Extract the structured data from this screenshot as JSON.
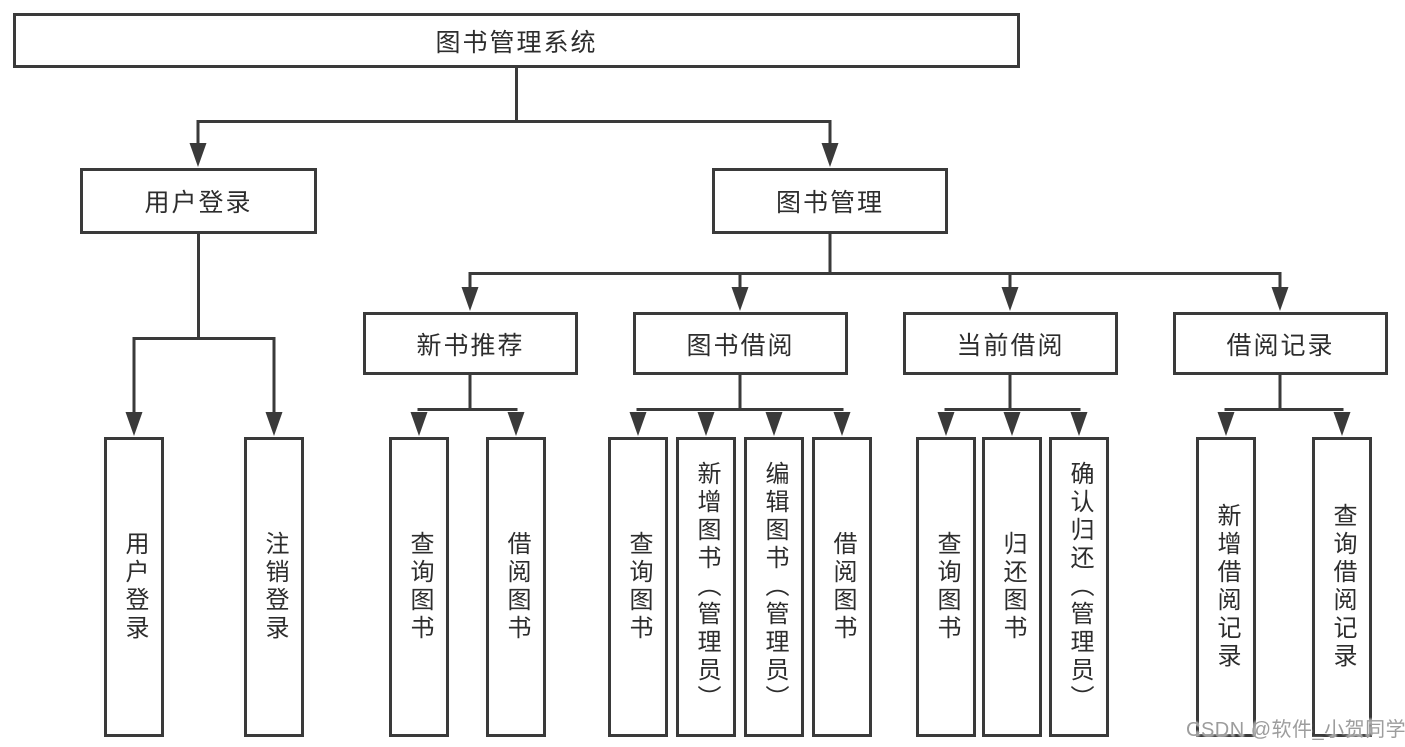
{
  "tree": {
    "root": "图书管理系统",
    "level2": {
      "user_login": "用户登录",
      "book_management": "图书管理"
    },
    "level3": {
      "new_books": "新书推荐",
      "book_borrow": "图书借阅",
      "current_borrow": "当前借阅",
      "borrow_records": "借阅记录"
    },
    "leaves": {
      "user_login": [
        "用户登录",
        "注销登录"
      ],
      "new_books": [
        "查询图书",
        "借阅图书"
      ],
      "book_borrow": [
        "查询图书",
        "新增图书（管理员）",
        "编辑图书（管理员）",
        "借阅图书"
      ],
      "current_borrow": [
        "查询图书",
        "归还图书",
        "确认归还（管理员）"
      ],
      "borrow_records": [
        "新增借阅记录",
        "查询借阅记录"
      ]
    }
  },
  "watermark": "CSDN @软件_小贺同学",
  "colors": {
    "line": "#3a3a3a",
    "text": "#2d2d2d",
    "watermark": "#9d9d9d",
    "background": "#ffffff"
  }
}
